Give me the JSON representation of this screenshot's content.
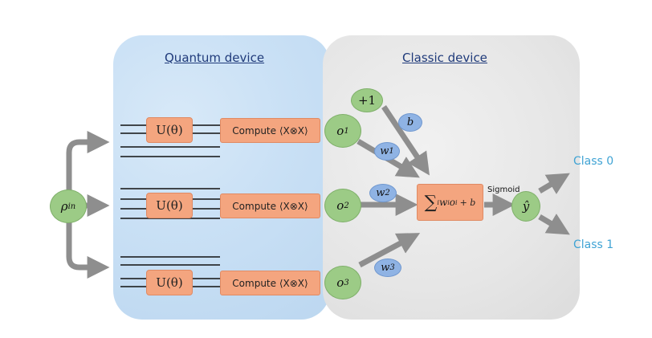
{
  "quantum_panel": {
    "title": "Quantum device"
  },
  "classic_panel": {
    "title": "Classic device"
  },
  "input": {
    "symbol": "ρ",
    "subscript": "in"
  },
  "gates": [
    {
      "label": "U(θ)"
    },
    {
      "label": "U(θ)"
    },
    {
      "label": "U(θ)"
    }
  ],
  "computes": [
    {
      "label": "Compute ⟨X⊗X⟩"
    },
    {
      "label": "Compute ⟨X⊗X⟩"
    },
    {
      "label": "Compute ⟨X⊗X⟩"
    }
  ],
  "outputs": [
    {
      "symbol": "o",
      "subscript": "1"
    },
    {
      "symbol": "o",
      "subscript": "2"
    },
    {
      "symbol": "o",
      "subscript": "3"
    }
  ],
  "bias_node": {
    "label": "+1"
  },
  "weights": [
    {
      "symbol": "b",
      "subscript": ""
    },
    {
      "symbol": "w",
      "subscript": "1"
    },
    {
      "symbol": "w",
      "subscript": "2"
    },
    {
      "symbol": "w",
      "subscript": "3"
    }
  ],
  "sum": {
    "sigma": "∑",
    "index": "i",
    "expr": "w",
    "expr_sub": "i",
    "o": "o",
    "o_sub": "i",
    "plus_b": "+ b"
  },
  "activation": {
    "label": "Sigmoid"
  },
  "prediction": {
    "symbol": "ŷ"
  },
  "classes": [
    {
      "label": "Class 0"
    },
    {
      "label": "Class 1"
    }
  ],
  "colors": {
    "gate_fill": "#f4a57f",
    "node_green": "#9ccb86",
    "weight_blue": "#8fb3e4",
    "arrow_gray": "#8e8e8e",
    "class_text": "#3fa3d4",
    "title_text": "#1f3a7a"
  }
}
